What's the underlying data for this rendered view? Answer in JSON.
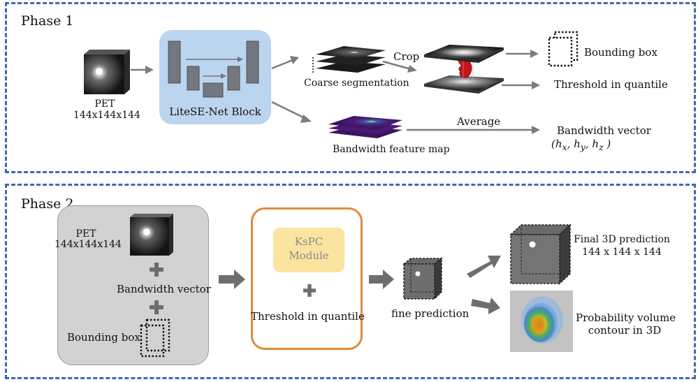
{
  "phase1": {
    "title": "Phase 1",
    "pet_label": "PET",
    "pet_dims": "144x144x144",
    "block_label": "LiteSE-Net Block",
    "coarse_label": "Coarse segmentation",
    "crop_label": "Crop",
    "bbox_label": "Bounding box",
    "threshold_label": "Threshold in quantile",
    "feature_label": "Bandwidth feature map",
    "average_label": "Average",
    "bandwidth_label": "Bandwidth vector",
    "bandwidth_formula": "(hx, hy, hz )"
  },
  "phase2": {
    "title": "Phase 2",
    "pet_label": "PET",
    "pet_dims": "144x144x144",
    "bandwidth_label": "Bandwidth vector",
    "bbox_label": "Bounding box",
    "module_label_1": "KsPC",
    "module_label_2": "Module",
    "threshold_label": "Threshold in quantile",
    "fine_label": "fine prediction",
    "final_label_1": "Final 3D prediction",
    "final_label_2": "144 x 144 x 144",
    "prob_label_1": "Probability volume",
    "prob_label_2": "contour in 3D"
  },
  "colors": {
    "dashed_border": "#3f6aad",
    "unet_bg": "#bcd5ee",
    "unet_bars": "#737780",
    "arrow": "#7c7c7c",
    "input_panel": "#d3d2d2",
    "module_border": "#e08a3c",
    "module_fill": "#fbe3a0",
    "module_text": "#8a8a8a"
  }
}
